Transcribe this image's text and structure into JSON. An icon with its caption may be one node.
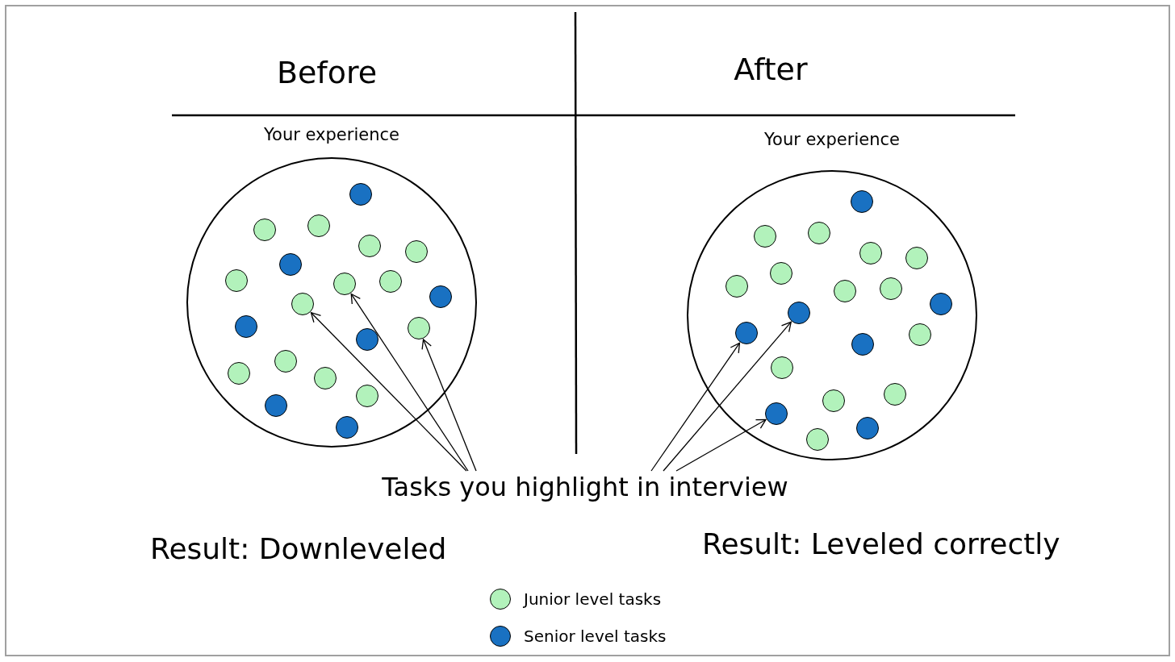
{
  "diagram": {
    "nodes": [
      {
        "text": [
          "Your experience"
        ]
      },
      {
        "text": [],
        "shape": "circle",
        "in": 0
      },
      {
        "text": [],
        "shape": "circle",
        "in": 0
      },
      {
        "text": [],
        "shape": "circle",
        "in": 0
      },
      {
        "text": [],
        "shape": "circle",
        "in": 0
      },
      {
        "text": [],
        "shape": "circle",
        "in": 0
      },
      {
        "text": [],
        "shape": "circle",
        "in": 0
      },
      {
        "text": [],
        "shape": "circle",
        "in": 0
      },
      {
        "text": [],
        "shape": "circle",
        "in": 0
      },
      {
        "text": [],
        "shape": "circle",
        "in": 0
      },
      {
        "text": [],
        "shape": "circle",
        "in": 0
      },
      {
        "text": [],
        "shape": "circle",
        "in": 0
      },
      {
        "text": [],
        "shape": "circle",
        "in": 0
      },
      {
        "text": [],
        "shape": "circle",
        "in": 0
      },
      {
        "text": [],
        "shape": "circle",
        "in": 0
      },
      {
        "text": [],
        "shape": "circle",
        "in": 0
      },
      {
        "text": [],
        "shape": "circle",
        "in": 0
      },
      {
        "text": [],
        "shape": "circle",
        "in": 0
      },
      {
        "text": [],
        "shape": "circle",
        "in": 0
      },
      {
        "text": [],
        "shape": "circle",
        "in": 0
      },
      {
        "text": [],
        "shape": "circle",
        "in": 0
      },
      {
        "text": [
          "Your experience"
        ]
      },
      {
        "text": [],
        "shape": "circle",
        "in": 21
      },
      {
        "text": [],
        "shape": "circle",
        "in": 21
      },
      {
        "text": [],
        "shape": "circle",
        "in": 21
      },
      {
        "text": [],
        "shape": "circle",
        "in": 21
      },
      {
        "text": [],
        "shape": "circle",
        "in": 21
      },
      {
        "text": [],
        "shape": "circle",
        "in": 21
      },
      {
        "text": [],
        "shape": "circle",
        "in": 21
      },
      {
        "text": [],
        "shape": "circle",
        "in": 21
      },
      {
        "text": [],
        "shape": "circle",
        "in": 21
      },
      {
        "text": [],
        "shape": "circle",
        "in": 21
      },
      {
        "text": [],
        "shape": "circle",
        "in": 21
      },
      {
        "text": [],
        "shape": "circle",
        "in": 21
      },
      {
        "text": [],
        "shape": "circle",
        "in": 21
      },
      {
        "text": [],
        "shape": "circle",
        "in": 21
      },
      {
        "text": [],
        "shape": "circle",
        "in": 21
      },
      {
        "text": [],
        "shape": "circle",
        "in": 21
      },
      {
        "text": [],
        "shape": "circle",
        "in": 21
      },
      {
        "text": [],
        "shape": "circle",
        "in": 21
      },
      {
        "text": [],
        "shape": "circle",
        "in": 21
      },
      {
        "text": [],
        "shape": "circle",
        "in": 21
      },
      {
        "text": [
          "Tasks you highlight in interview"
        ]
      }
    ],
    "edges": [
      {
        "from": 42,
        "to": 11,
        "arrow": "to"
      },
      {
        "from": 42,
        "to": 8,
        "arrow": "to"
      },
      {
        "from": 42,
        "to": 14,
        "arrow": "to"
      },
      {
        "from": 42,
        "to": 33,
        "arrow": "to"
      },
      {
        "from": 42,
        "to": 32,
        "arrow": "to"
      },
      {
        "from": 42,
        "to": 39,
        "arrow": "to"
      }
    ],
    "labels": [
      "Before",
      "After",
      "Result: Downleveled",
      "Result: Leveled correctly"
    ],
    "legend": [
      {
        "text": "Junior level tasks",
        "color": "#b2f2bb"
      },
      {
        "text": "Senior level tasks",
        "color": "#1971c2"
      }
    ]
  }
}
